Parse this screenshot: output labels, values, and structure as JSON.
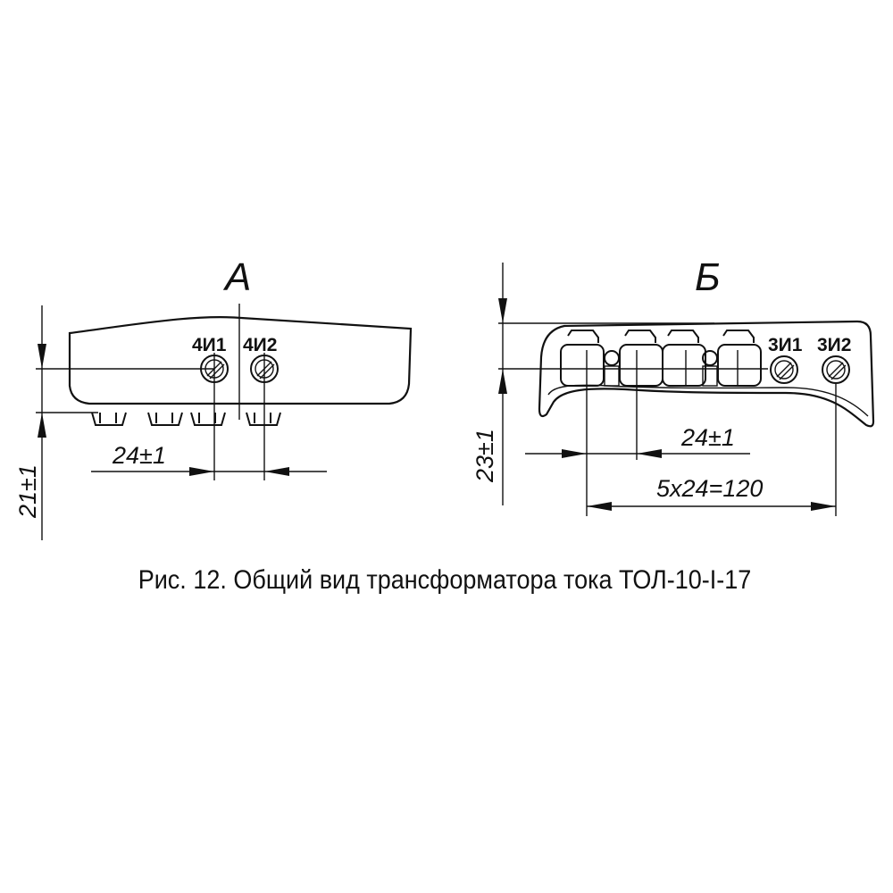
{
  "view_a": {
    "letter": "А",
    "terminals": [
      "4И1",
      "4И2"
    ],
    "dim_pitch": "24±1",
    "dim_height": "21±1"
  },
  "view_b": {
    "letter": "Б",
    "terminals": [
      "3И1",
      "3И2"
    ],
    "dim_pitch": "24±1",
    "dim_total": "5x24=120",
    "dim_height": "23±1"
  },
  "caption": "Рис. 12. Общий вид трансформатора тока ТОЛ-10-I-17"
}
